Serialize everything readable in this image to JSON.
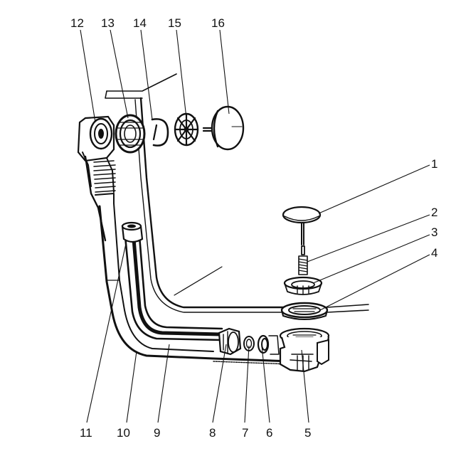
{
  "diagram": {
    "labels": {
      "n1": "1",
      "n2": "2",
      "n3": "3",
      "n4": "4",
      "n5": "5",
      "n6": "6",
      "n7": "7",
      "n8": "8",
      "n9": "9",
      "n10": "10",
      "n11": "11",
      "n12": "12",
      "n13": "13",
      "n14": "14",
      "n15": "15",
      "n16": "16"
    }
  }
}
